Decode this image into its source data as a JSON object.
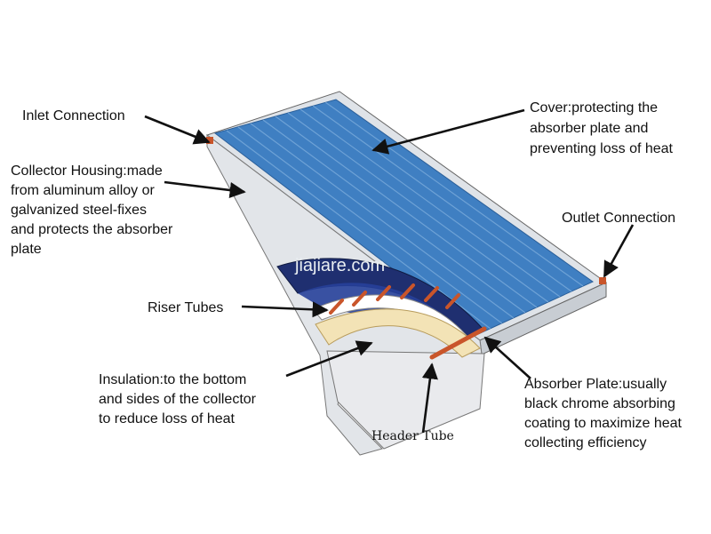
{
  "labels": {
    "inlet": "Inlet Connection",
    "housing": [
      "Collector Housing:made",
      "from aluminum alloy or",
      "galvanized steel-fixes",
      "and protects the absorber",
      "plate"
    ],
    "cover": [
      "Cover:protecting the",
      "absorber plate and",
      "preventing loss of heat"
    ],
    "outlet": "Outlet Connection",
    "riser": "Riser Tubes",
    "insulation": [
      "Insulation:to the bottom",
      "and sides of the collector",
      "to reduce loss of heat"
    ],
    "header": "Header Tube",
    "absorber": [
      "Absorber Plate:usually",
      "black chrome absorbing",
      "coating to maximize heat",
      "collecting efficiency"
    ]
  },
  "watermark": "jiajiare.com",
  "colors": {
    "glass": "#3f7fc2",
    "glass_dark": "#2a5f9a",
    "frame": "#d9dde2",
    "frame_side": "#c8cdd3",
    "absorber": "#1f2f70",
    "insulation": "#f3e3b6",
    "copper": "#c9552a",
    "arrow": "#111111"
  }
}
